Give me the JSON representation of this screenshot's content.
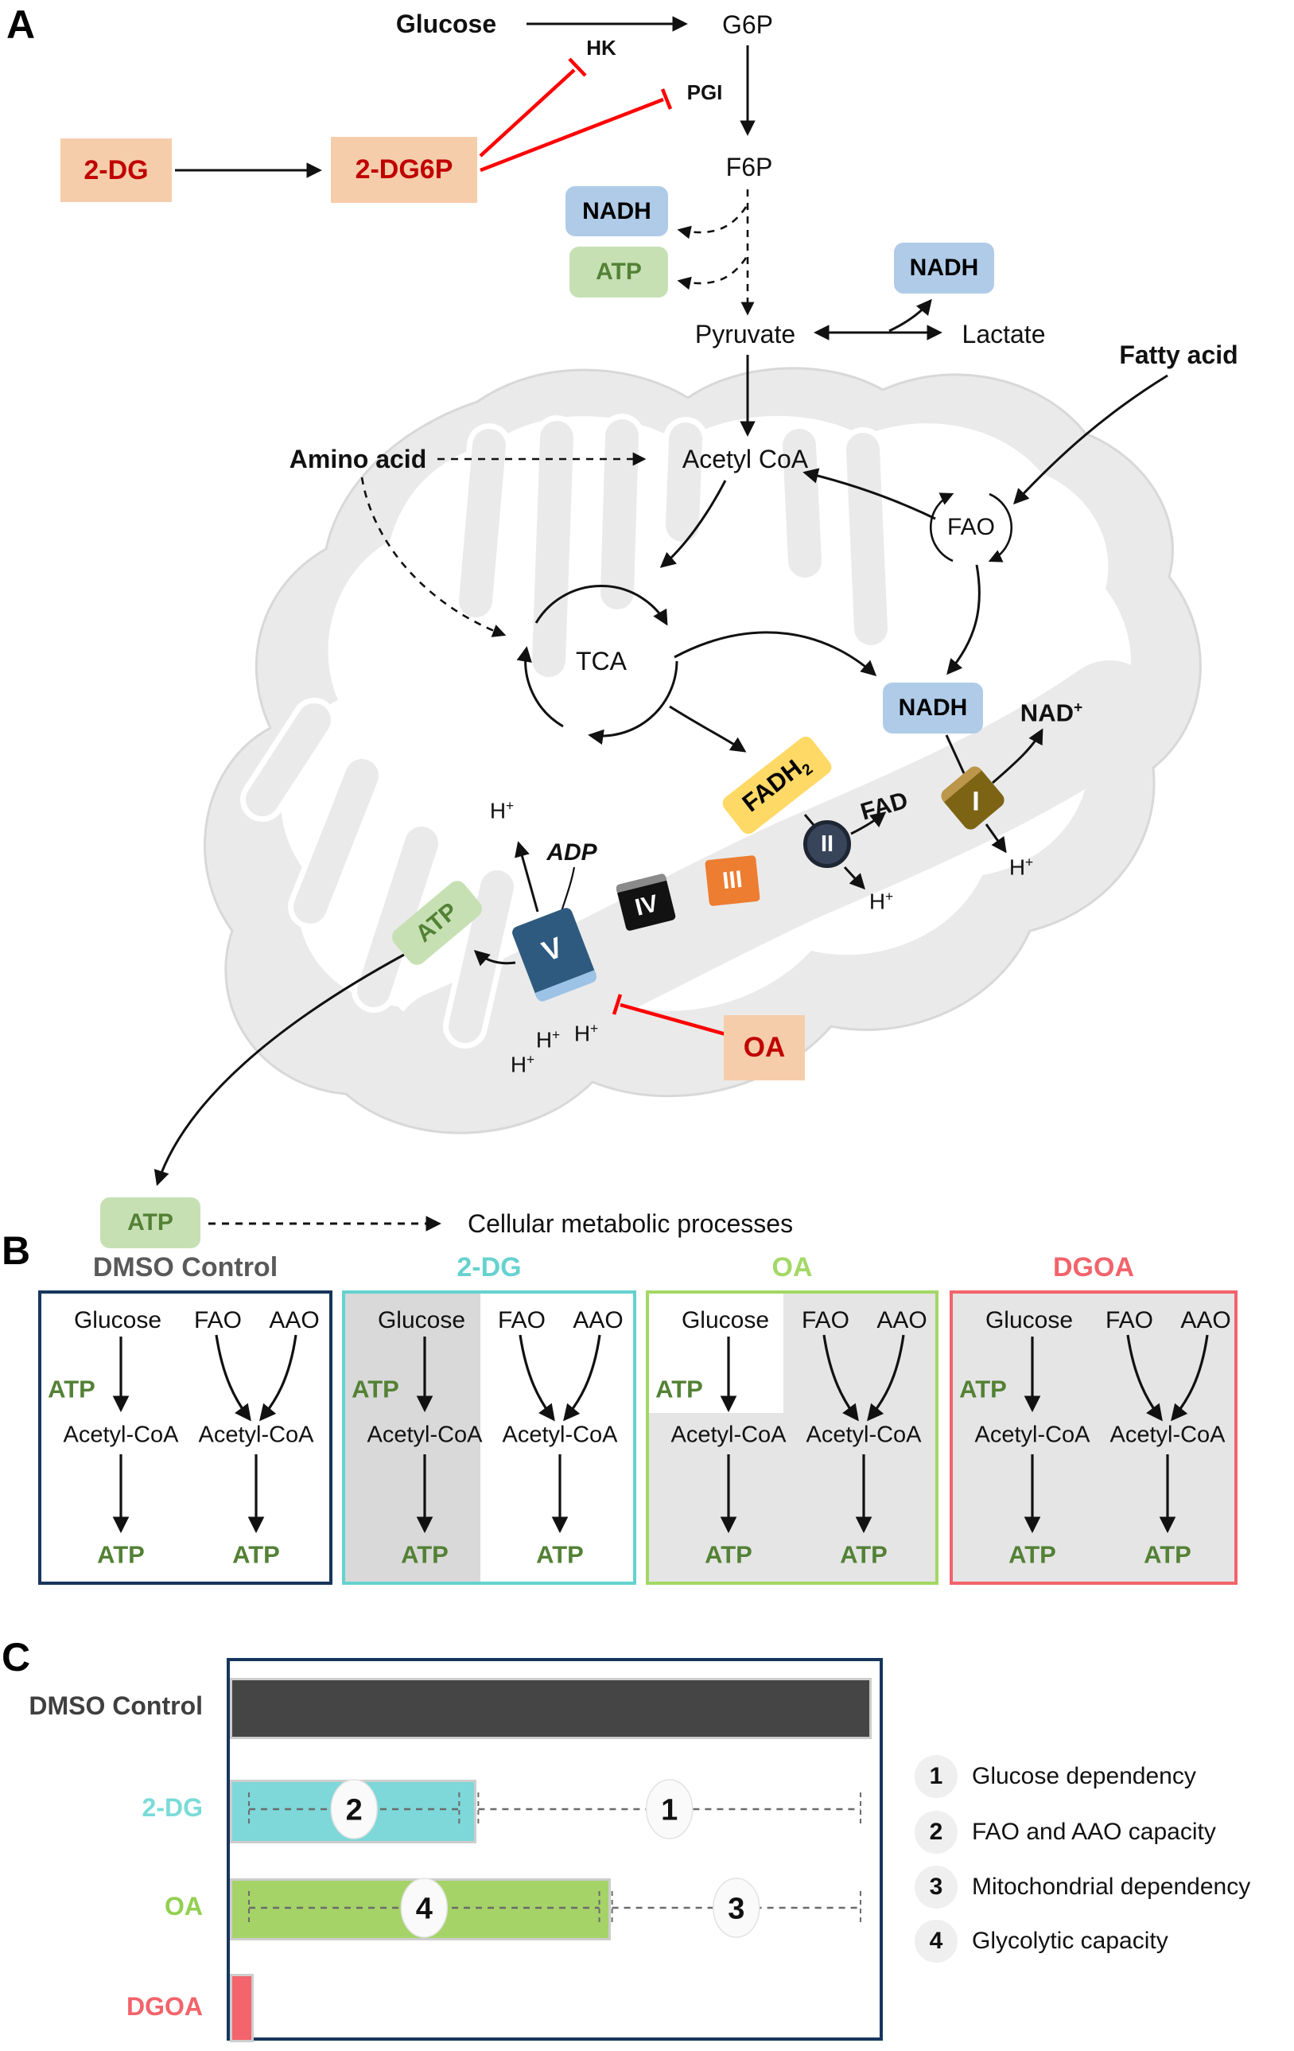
{
  "panelA": {
    "label": "A",
    "glucose": "Glucose",
    "hk": "HK",
    "g6p": "G6P",
    "pgi": "PGI",
    "f6p": "F6P",
    "dg": "2-DG",
    "dg6p": "2-DG6P",
    "nadh": "NADH",
    "atp": "ATP",
    "pyruvate": "Pyruvate",
    "lactate": "Lactate",
    "fatty_acid": "Fatty acid",
    "amino_acid": "Amino acid",
    "acetyl_coa": "Acetyl CoA",
    "fao": "FAO",
    "tca": "TCA",
    "nad_plus": {
      "base": "NAD",
      "sup": "+"
    },
    "fadh2": {
      "base": "FADH",
      "sub": "2"
    },
    "fad": "FAD",
    "h_plus": {
      "base": "H",
      "sup": "+"
    },
    "adp": "ADP",
    "complex_i": "I",
    "complex_ii": "II",
    "complex_iii": "III",
    "complex_iv": "IV",
    "complex_v": "V",
    "oa": "OA",
    "cellular": "Cellular metabolic processes"
  },
  "panelB": {
    "label": "B",
    "titles": [
      "DMSO Control",
      "2-DG",
      "OA",
      "DGOA"
    ],
    "title_colors": [
      "#595959",
      "#66D2CF",
      "#A3D865",
      "#F2636B"
    ],
    "border_colors": [
      "#17365D",
      "#66D2CF",
      "#A3D865",
      "#F2636B"
    ],
    "labels": {
      "glucose": "Glucose",
      "fao": "FAO",
      "aao": "AAO",
      "atp": "ATP",
      "acetyl": "Acetyl-CoA"
    }
  },
  "panelC": {
    "label": "C"
  },
  "chart_data": {
    "type": "bar",
    "orientation": "horizontal",
    "title": "",
    "xlabel": "",
    "ylabel": "",
    "xlim_pct": [
      0,
      100
    ],
    "grid": false,
    "categories": [
      "DMSO Control",
      "2-DG",
      "OA",
      "DGOA"
    ],
    "values_pct_of_control": [
      100,
      38,
      59,
      3
    ],
    "bar_colors": [
      "#454545",
      "#7ED7D8",
      "#A5D368",
      "#F4646C"
    ],
    "label_colors": [
      "#3F3F3F",
      "#7ADBD8",
      "#92D050",
      "#F2636B"
    ],
    "annotations": [
      {
        "id": "1",
        "label": "Glucose dependency",
        "row": "2-DG",
        "span_pct": [
          39,
          99
        ]
      },
      {
        "id": "2",
        "label": "FAO and AAO capacity",
        "row": "2-DG",
        "span_pct": [
          3,
          36
        ]
      },
      {
        "id": "3",
        "label": "Mitochondrial dependency",
        "row": "OA",
        "span_pct": [
          60,
          99
        ]
      },
      {
        "id": "4",
        "label": "Glycolytic capacity",
        "row": "OA",
        "span_pct": [
          3,
          58
        ]
      }
    ],
    "legend_position": "right"
  },
  "colors": {
    "inhibitor_box_bg": "#F6CDAA",
    "inhibitor_text": "#C00000",
    "nadh_box": "#AFCBE8",
    "atp_box": "#C6E0B4",
    "atp_text": "#538135",
    "fadh2_box": "#FFD966",
    "complex_i": "#7D6414",
    "complex_ii": "#38445A",
    "complex_iii": "#ED7D31",
    "complex_iv": "#121212",
    "complex_v": "#2E5A7F",
    "mitochondria": "#EAEAEA",
    "inhibition_line": "#FE0000",
    "chart_border": "#17365D"
  }
}
